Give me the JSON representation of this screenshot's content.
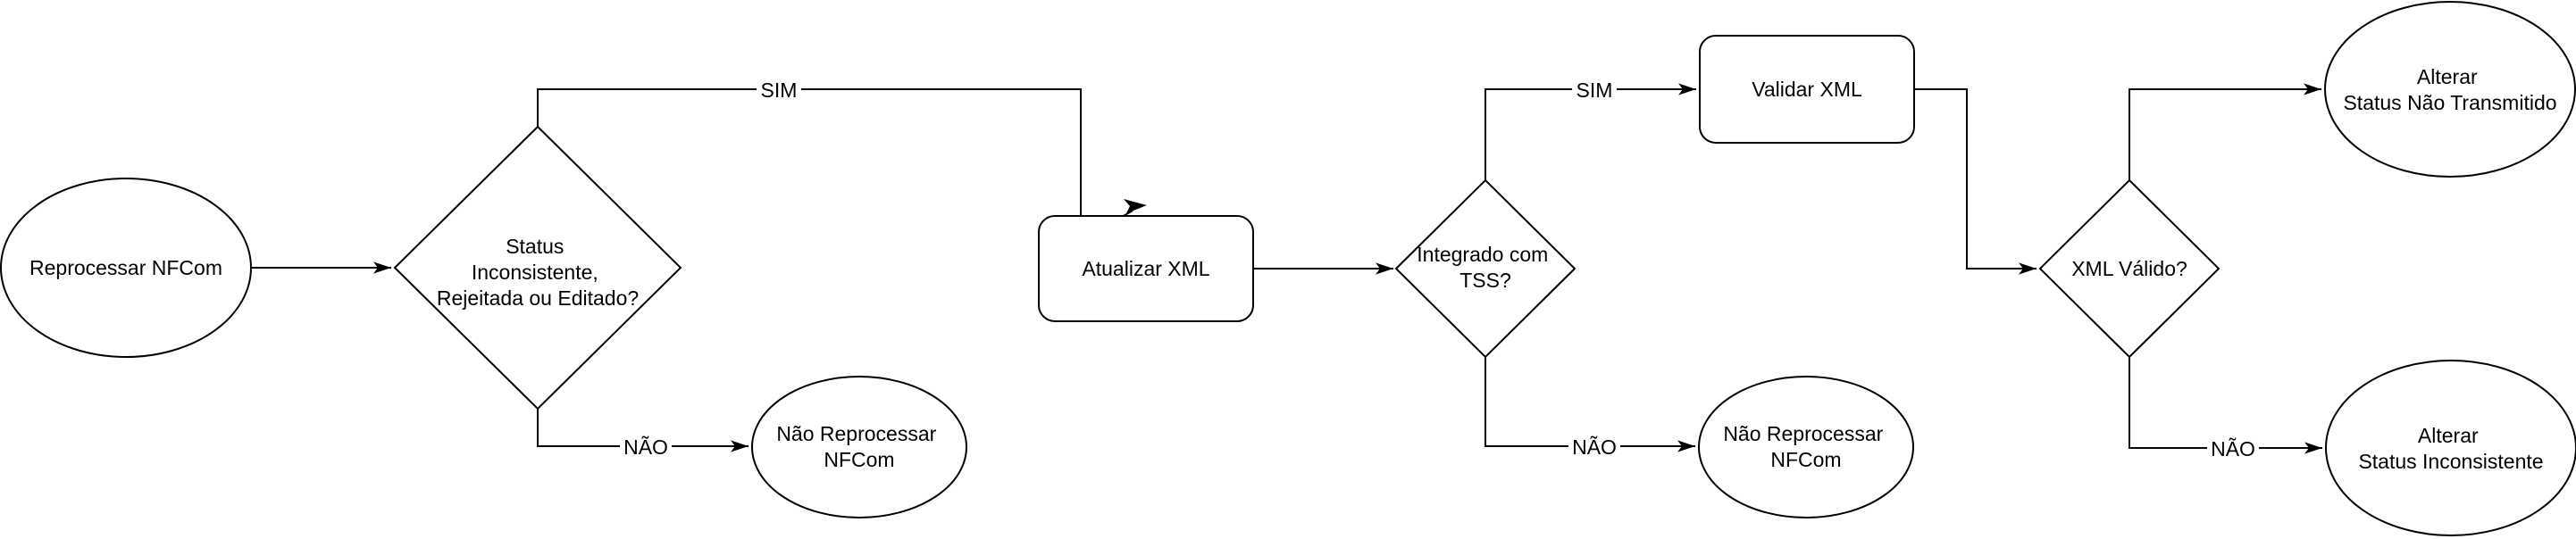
{
  "diagram": {
    "background_color": "#ffffff",
    "stroke_color": "#000000",
    "text_color": "#000000",
    "nodes": {
      "start": {
        "type": "ellipse",
        "lines": [
          "Reprocessar NFCom"
        ]
      },
      "decision_status": {
        "type": "decision",
        "lines": [
          "Status",
          "Inconsistente,",
          "Rejeitada ou Editado?"
        ]
      },
      "atualizar_xml": {
        "type": "process",
        "lines": [
          "Atualizar XML"
        ]
      },
      "decision_tss": {
        "type": "decision",
        "lines": [
          "Integrado com",
          "TSS?"
        ]
      },
      "validar_xml": {
        "type": "process",
        "lines": [
          "Validar XML"
        ]
      },
      "decision_xml_valido": {
        "type": "decision",
        "lines": [
          "XML Válido?"
        ]
      },
      "alterar_nao_transmitido": {
        "type": "ellipse",
        "lines": [
          "Alterar",
          "Status Não Transmitido"
        ]
      },
      "alterar_inconsistente": {
        "type": "ellipse",
        "lines": [
          "Alterar",
          "Status Inconsistente"
        ]
      },
      "nao_reprocessar_left": {
        "type": "ellipse",
        "lines": [
          "Não Reprocessar",
          "NFCom"
        ]
      },
      "nao_reprocessar_mid": {
        "type": "ellipse",
        "lines": [
          "Não Reprocessar",
          "NFCom"
        ]
      }
    },
    "edges": {
      "start_to_status": {
        "from": "start",
        "to": "decision_status",
        "label": ""
      },
      "status_sim_to_atualizar": {
        "from": "decision_status",
        "to": "atualizar_xml",
        "label": "SIM"
      },
      "status_nao_to_nao_reprocessar": {
        "from": "decision_status",
        "to": "nao_reprocessar_left",
        "label": "NÃO"
      },
      "atualizar_to_tss": {
        "from": "atualizar_xml",
        "to": "decision_tss",
        "label": ""
      },
      "tss_sim_to_validar": {
        "from": "decision_tss",
        "to": "validar_xml",
        "label": "SIM"
      },
      "tss_nao_to_nao_reprocessar": {
        "from": "decision_tss",
        "to": "nao_reprocessar_mid",
        "label": "NÃO"
      },
      "validar_to_xml_valido": {
        "from": "validar_xml",
        "to": "decision_xml_valido",
        "label": ""
      },
      "valido_sim_to_nao_transmitido": {
        "from": "decision_xml_valido",
        "to": "alterar_nao_transmitido",
        "label": ""
      },
      "valido_nao_to_inconsistente": {
        "from": "decision_xml_valido",
        "to": "alterar_inconsistente",
        "label": "NÃO"
      }
    }
  }
}
